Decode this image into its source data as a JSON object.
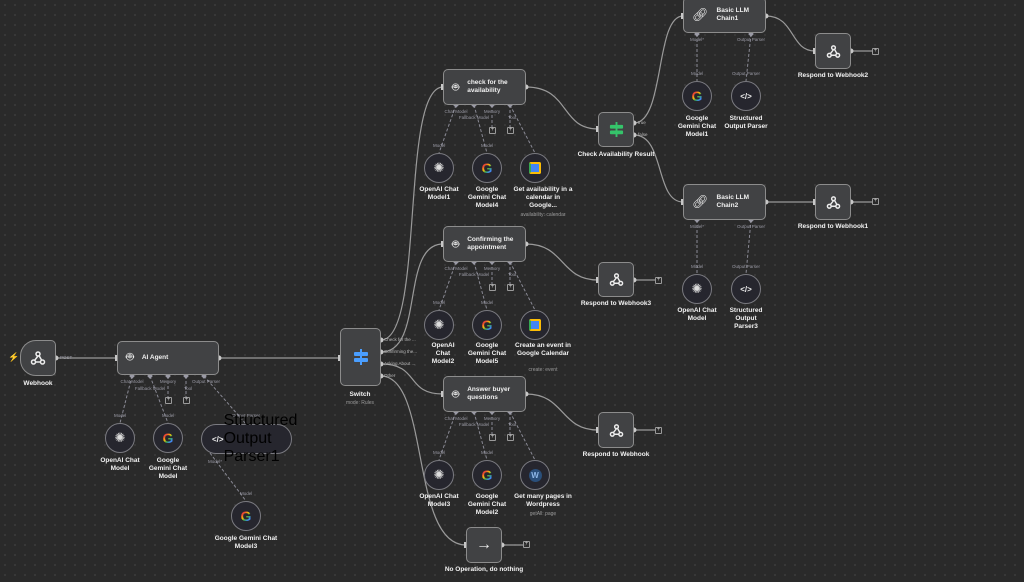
{
  "nodes": {
    "webhook": {
      "label": "Webhook",
      "out_label": "POST"
    },
    "ai_agent": {
      "label": "AI Agent",
      "handles": [
        "Chat Model",
        "Fallback Model",
        "Memory",
        "Tool",
        "Output Parser"
      ]
    },
    "openai_model": {
      "label": "OpenAI Chat Model",
      "handle": "Model"
    },
    "gemini_model": {
      "label": "Google Gemini Chat Model",
      "handle": "Model"
    },
    "parser1": {
      "label": "Structured Output Parser1",
      "handle": "Output Parser",
      "model_handle": "Model*"
    },
    "gemini3": {
      "label": "Google Gemini Chat Model3",
      "handle": "Model"
    },
    "switch": {
      "label": "Switch",
      "subtitle": "mode: Rules",
      "outputs": [
        "Check for the ...",
        "Confirming the...",
        "Asking About ...",
        "Other"
      ]
    },
    "check": {
      "label": "check for the availability",
      "handles": [
        "Chat Model",
        "Fallback Model",
        "Memory",
        "Tool"
      ]
    },
    "openai1": {
      "label": "OpenAI Chat Model1",
      "handle": "Model"
    },
    "gemini4": {
      "label": "Google Gemini Chat Model4",
      "handle": "Model"
    },
    "get_avail": {
      "label": "Get availability in a calendar in Google...",
      "subtitle": "availability: calendar"
    },
    "car": {
      "label": "Check Availability Result",
      "outputs": [
        "true",
        "false"
      ]
    },
    "confirm": {
      "label": "Confirming the appointment",
      "handles": [
        "Chat Model",
        "Fallback Model",
        "Memory",
        "Tool"
      ]
    },
    "openai2": {
      "label": "OpenAI Chat Model2",
      "handle": "Model"
    },
    "gemini5": {
      "label": "Google Gemini Chat Model5",
      "handle": "Model"
    },
    "create_event": {
      "label": "Create an event in Google Calendar",
      "subtitle": "create: event"
    },
    "rw3": {
      "label": "Respond to Webhook3"
    },
    "answer": {
      "label": "Answer buyer questions",
      "handles": [
        "Chat Model",
        "Fallback Model",
        "Memory",
        "Tool"
      ]
    },
    "openai3": {
      "label": "OpenAI Chat Model3",
      "handle": "Model"
    },
    "gemini2": {
      "label": "Google Gemini Chat Model2",
      "handle": "Model"
    },
    "wp": {
      "label": "Get many pages in Wordpress",
      "subtitle": "getAll: page"
    },
    "rw": {
      "label": "Respond to Webhook"
    },
    "noop": {
      "label": "No Operation, do nothing"
    },
    "chain1": {
      "label": "Basic LLM Chain1",
      "handles": [
        "Model*",
        "Output Parser"
      ]
    },
    "gemini1": {
      "label": "Google Gemini Chat Model1",
      "handle": "Model"
    },
    "parser": {
      "label": "Structured Output Parser",
      "handle": "Output Parser"
    },
    "rw2": {
      "label": "Respond to Webhook2"
    },
    "chain2": {
      "label": "Basic LLM Chain2",
      "handles": [
        "Model*",
        "Output Parser"
      ]
    },
    "openai4": {
      "label": "OpenAI Chat Model",
      "handle": "Model"
    },
    "parser3": {
      "label": "Structured Output Parser3",
      "handle": "Output Parser"
    },
    "rw1": {
      "label": "Respond to Webhook1"
    }
  },
  "plus_symbol": "+",
  "colors": {
    "switch": "#4a9eff",
    "if": "#35c46a",
    "edge": "#9a9a9a"
  }
}
